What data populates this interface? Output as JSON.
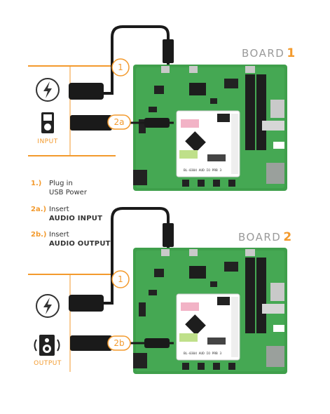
{
  "board1": {
    "label": "BOARD",
    "number": "1"
  },
  "board2": {
    "label": "BOARD",
    "number": "2"
  },
  "callouts": {
    "c1a": "1",
    "c2a": "2a",
    "c1b": "1",
    "c2b": "2b"
  },
  "io": {
    "input_label": "INPUT",
    "output_label": "OUTPUT"
  },
  "steps": [
    {
      "no": "1.)",
      "line1": "Plug in",
      "line2": "USB Power"
    },
    {
      "no": "2a.)",
      "line1": "Insert",
      "line2": "AUDIO INPUT"
    },
    {
      "no": "2b.)",
      "line1": "Insert",
      "line2": "AUDIO OUTPUT"
    }
  ],
  "board_silkscreen": "BL-0304 AUD IO PRB 3",
  "icons": [
    "power-icon",
    "ipod-icon",
    "speaker-icon",
    "usb-plug-icon",
    "audio-plug-icon"
  ],
  "colors": {
    "accent": "#f39a2d",
    "board_green": "#3a9a4a",
    "text_grey": "#9a9a9a"
  }
}
